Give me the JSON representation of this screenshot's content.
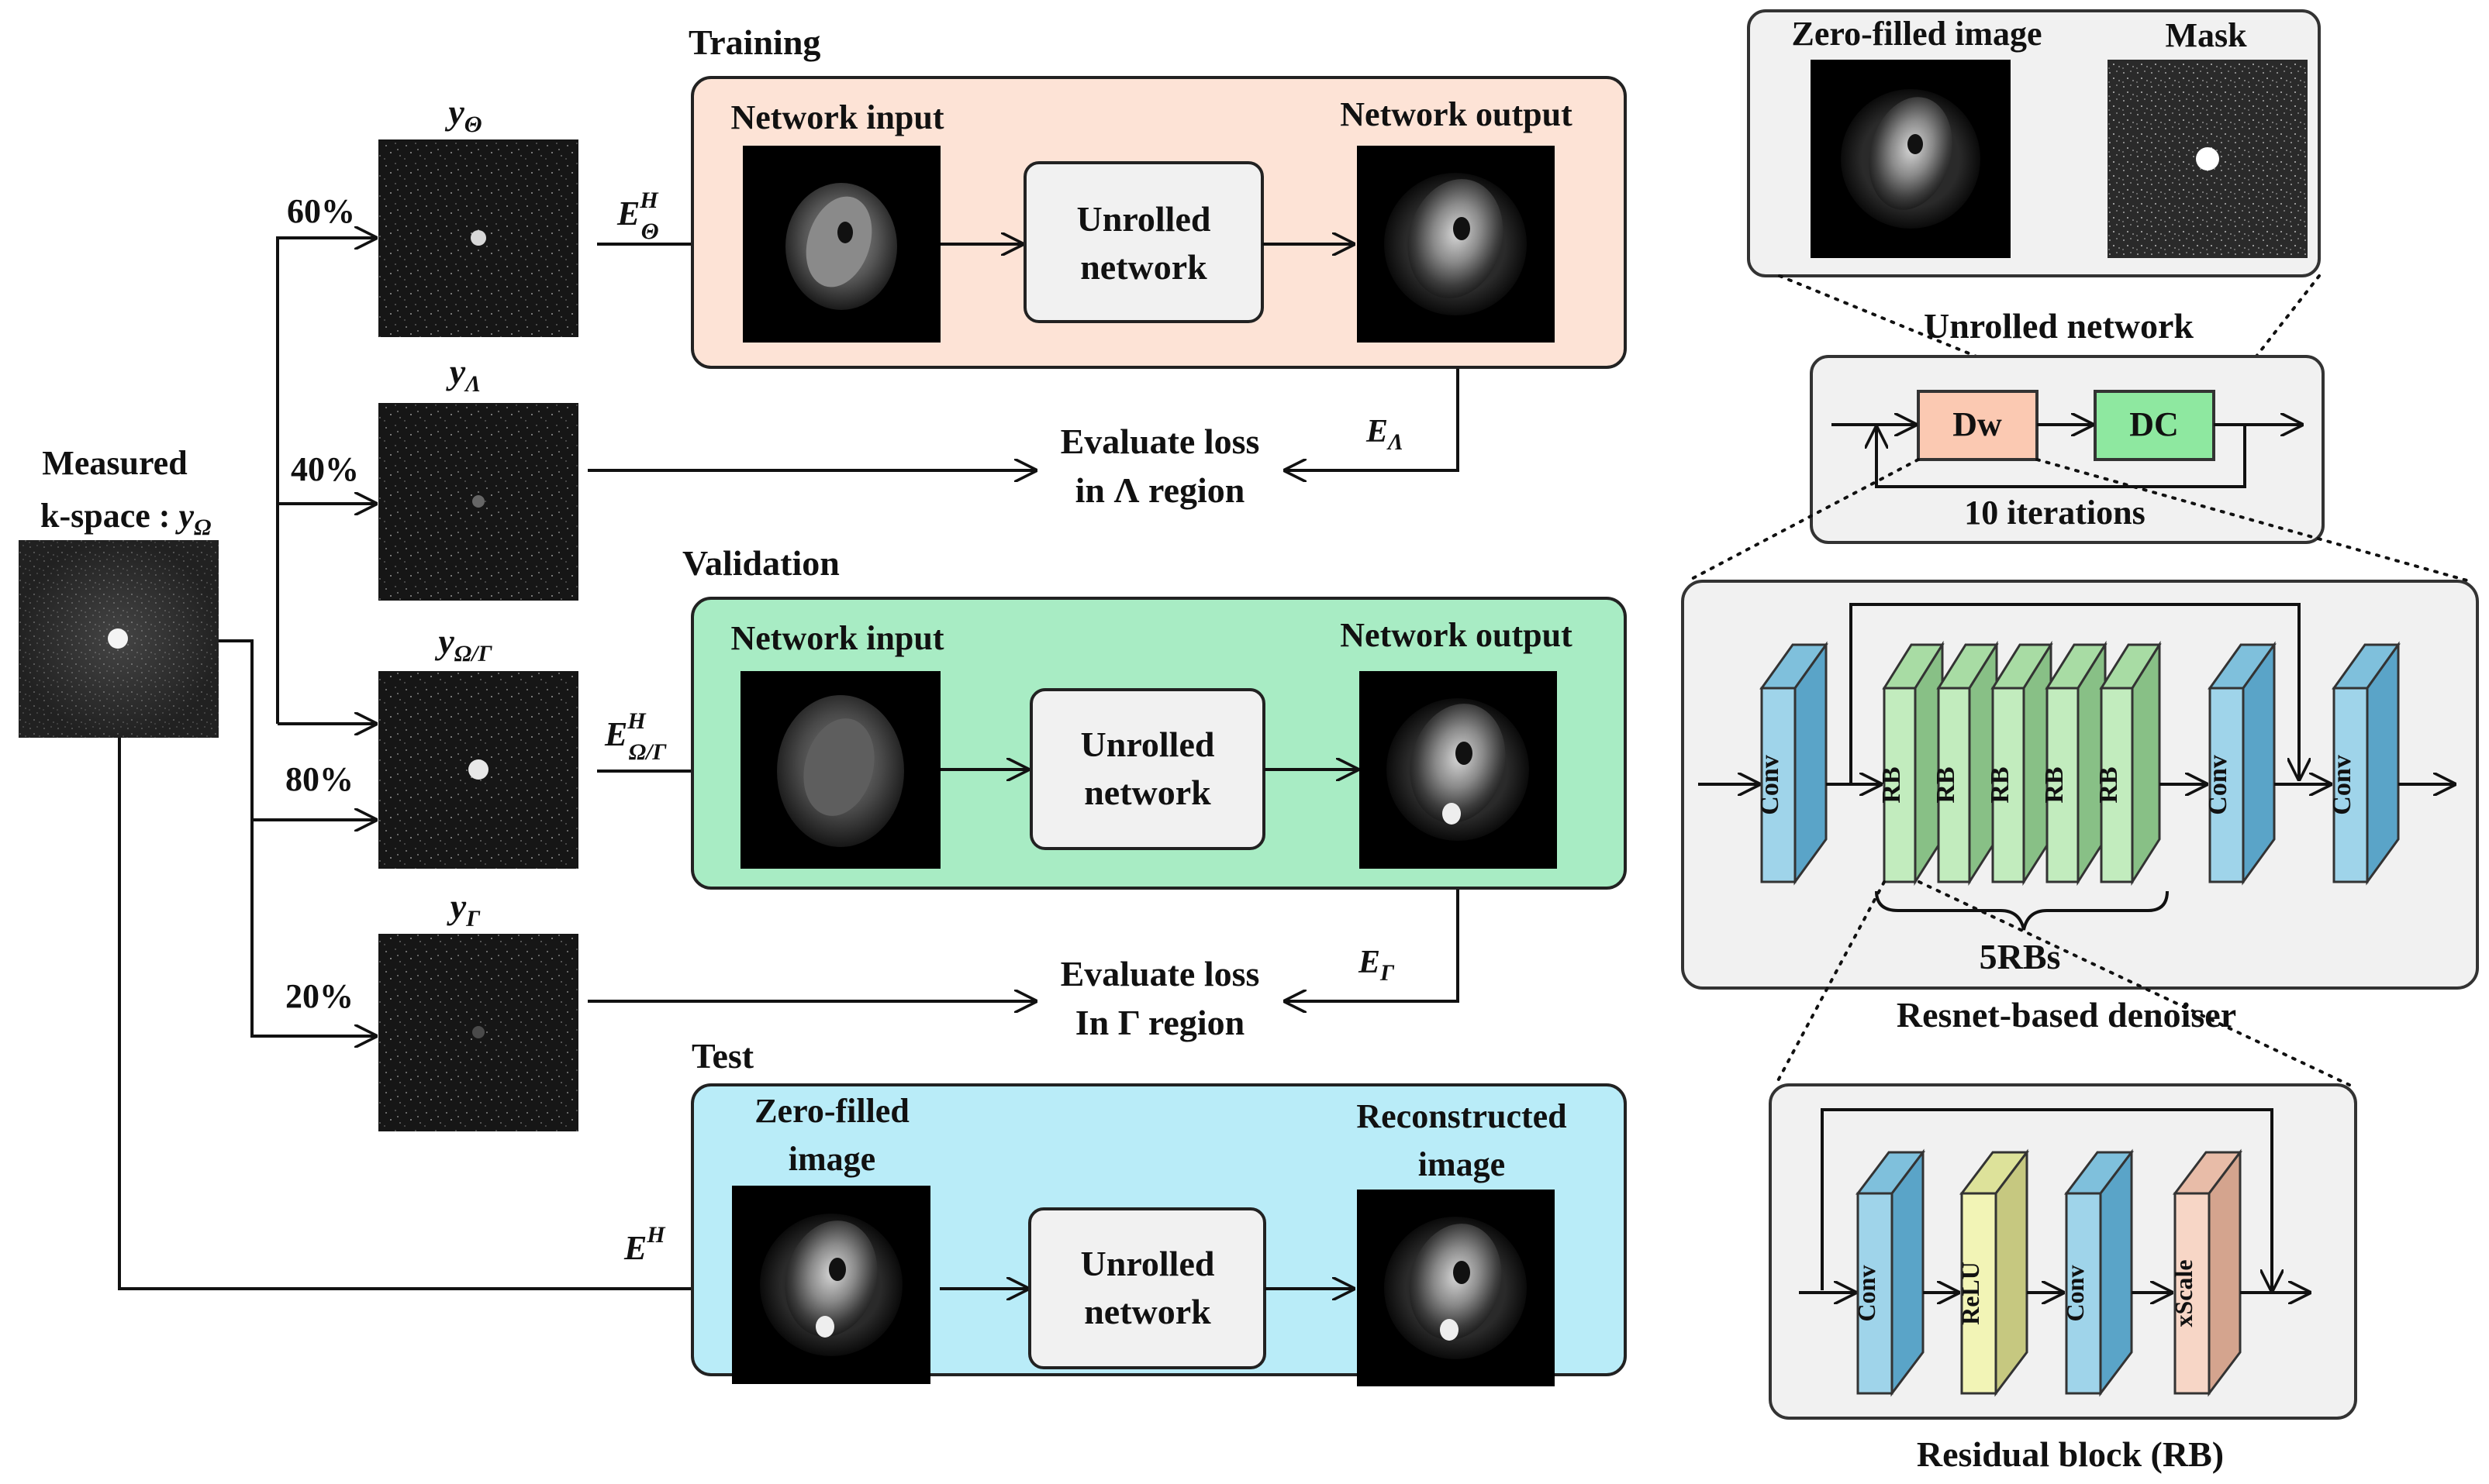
{
  "measured": {
    "line1": "Measured",
    "line2": "k-space : ",
    "sym": "y",
    "sub": "Ω"
  },
  "branches": {
    "theta": {
      "pct": "60%",
      "sym": "y",
      "sub": "Θ"
    },
    "lambda": {
      "pct": "40%",
      "sym": "y",
      "sub": "Λ"
    },
    "omega_gamma": {
      "pct": "80%",
      "sym": "y",
      "sub": "Ω/Γ"
    },
    "gamma": {
      "pct": "20%",
      "sym": "y",
      "sub": "Γ"
    }
  },
  "operators": {
    "e_theta": {
      "base": "E",
      "sup": "H",
      "sub": "Θ"
    },
    "e_lambda": {
      "base": "E",
      "sub": "Λ"
    },
    "e_omega_gamma": {
      "base": "E",
      "sup": "H",
      "sub": "Ω/Γ"
    },
    "e_gamma": {
      "base": "E",
      "sub": "Γ"
    },
    "e_h": {
      "base": "E",
      "sup": "H"
    }
  },
  "training": {
    "title": "Training",
    "input_label": "Network input",
    "output_label": "Network output",
    "net_line1": "Unrolled",
    "net_line2": "network",
    "color": "#fde3d6"
  },
  "loss_lambda": {
    "line1": "Evaluate loss",
    "line2": "in Λ region"
  },
  "validation": {
    "title": "Validation",
    "input_label": "Network input",
    "output_label": "Network output",
    "net_line1": "Unrolled",
    "net_line2": "network",
    "color": "#a8ecc4"
  },
  "loss_gamma": {
    "line1": "Evaluate loss",
    "line2": "In Γ region"
  },
  "test": {
    "title": "Test",
    "input_line1": "Zero-filled",
    "input_line2": "image",
    "output_line1": "Reconstructed",
    "output_line2": "image",
    "net_line1": "Unrolled",
    "net_line2": "network",
    "color": "#b9ecf8"
  },
  "right": {
    "zero_filled": "Zero-filled image",
    "mask": "Mask",
    "unrolled_title": "Unrolled network",
    "dw": "Dw",
    "dc": "DC",
    "iterations": "10 iterations",
    "dw_color": "#fbc9b2",
    "dc_color": "#8ee8a0",
    "denoiser_title": "Resnet-based denoiser",
    "conv": "Conv",
    "rb": "RB",
    "rb_count": "5RBs",
    "residual_title": "Residual block (RB)",
    "relu": "ReLU",
    "xscale": "xScale",
    "conv_color": "#9fd4ea",
    "rb_color": "#c2ecbe",
    "relu_color": "#f2f4b6",
    "xscale_color": "#f7d6c6"
  }
}
